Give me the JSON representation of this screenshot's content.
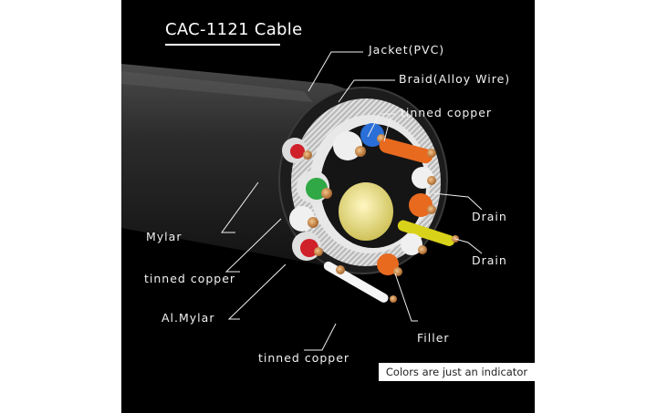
{
  "title": "CAC-1121 Cable",
  "labels": {
    "jacket": "Jacket(PVC)",
    "braid": "Braid(Alloy Wire)",
    "tinned_top": "tinned copper",
    "drain_1": "Drain",
    "drain_2": "Drain",
    "mylar": "Mylar",
    "tinned_left": "tinned copper",
    "al_mylar": "Al.Mylar",
    "filler": "Filler",
    "tinned_bottom": "tinned copper"
  },
  "note": "Colors are just an indicator",
  "colors": {
    "background": "#000000",
    "jacket": "#2a2a2a",
    "braid": "#cfcfcf",
    "green": "#2fa845",
    "red": "#d0202a",
    "blue": "#2a6fd8",
    "orange": "#e86a1f",
    "yellow": "#d9d21a",
    "filler": "#f1ec9a",
    "copper": "#d99a5a"
  }
}
